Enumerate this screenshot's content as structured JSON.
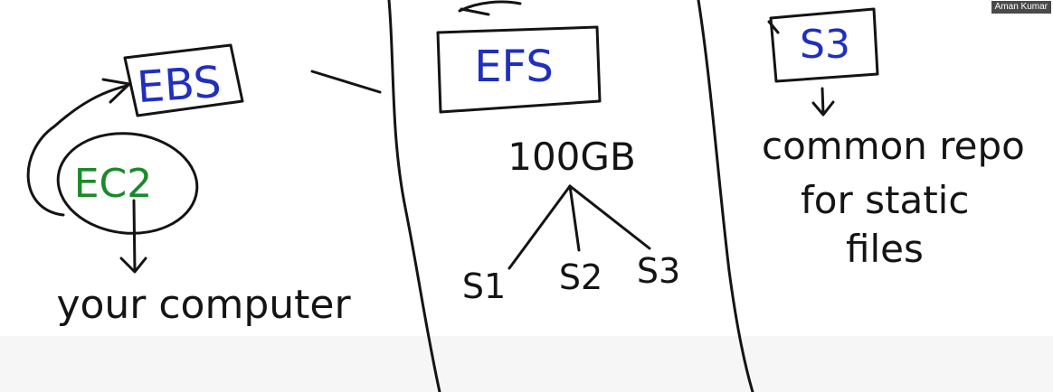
{
  "participant_name": "Aman Kumar",
  "colors": {
    "ink": "#141414",
    "blue": "#1f2fbf",
    "green": "#1a8a2a",
    "background": "#ffffff"
  },
  "ebs_section": {
    "ebs_label": "EBS",
    "ec2_label": "EC2",
    "caption": "your computer"
  },
  "efs_section": {
    "efs_label": "EFS",
    "capacity": "100GB",
    "servers": [
      "S1",
      "S2",
      "S3"
    ]
  },
  "s3_section": {
    "s3_label": "S3",
    "note_line1": "common repo",
    "note_line2": "for static",
    "note_line3": "files"
  }
}
